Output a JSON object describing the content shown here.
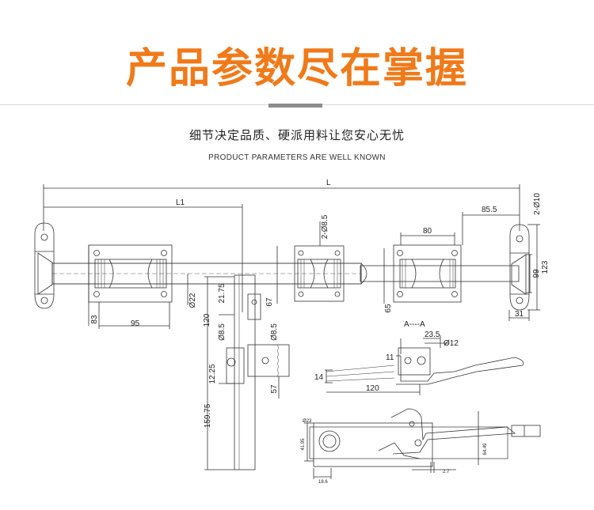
{
  "header": {
    "title": "产品参数尽在掌握",
    "subtitle": "细节决定品质、硬派用料让您安心无忧",
    "subtitle_en": "PRODUCT PARAMETERS ARE WELL KNOWN"
  },
  "drawing": {
    "main": {
      "L": "L",
      "L1": "L1",
      "d85_5": "85.5",
      "hole_2_010": "2-Ø10",
      "hole_2_085": "2-Ø8.5",
      "d80": "80",
      "d123": "123",
      "d99": "99",
      "d31": "31",
      "d83": "83",
      "d95": "95",
      "d22": "Ø22",
      "d67": "67",
      "d65": "65"
    },
    "lock": {
      "d21_75": "21.75",
      "d120": "120",
      "d8_5a": "Ø8.5",
      "d8_5b": "Ø8.5",
      "d12_25": "12.25",
      "d57": "57",
      "d159_75": "159.75"
    },
    "section_aa": {
      "label": "A----A",
      "d23_5": "23.5",
      "d12": "Ø12",
      "d11": "11",
      "d14": "14",
      "d120": "120"
    },
    "handle": {
      "d23": "Ø23",
      "d41_95": "41.95",
      "d64_49": "64.49",
      "d2_7": "2.7",
      "d18_6": "18.6"
    }
  }
}
